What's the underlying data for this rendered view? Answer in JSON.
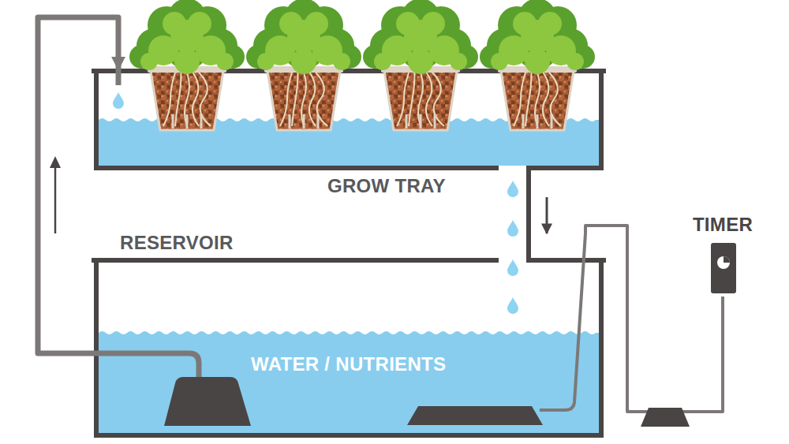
{
  "diagram": {
    "nodes": [
      {
        "text": [
          "GROW TRAY"
        ]
      },
      {
        "text": [
          "RESERVOIR",
          "WATER / NUTRIENTS"
        ]
      },
      {
        "text": [
          "TIMER"
        ]
      }
    ],
    "edges": [
      {
        "from": 1,
        "to": 0,
        "arrow": "to"
      },
      {
        "from": 0,
        "to": 1,
        "arrow": "to"
      },
      {
        "from": 2,
        "to": 1,
        "arrow": "none"
      }
    ]
  }
}
